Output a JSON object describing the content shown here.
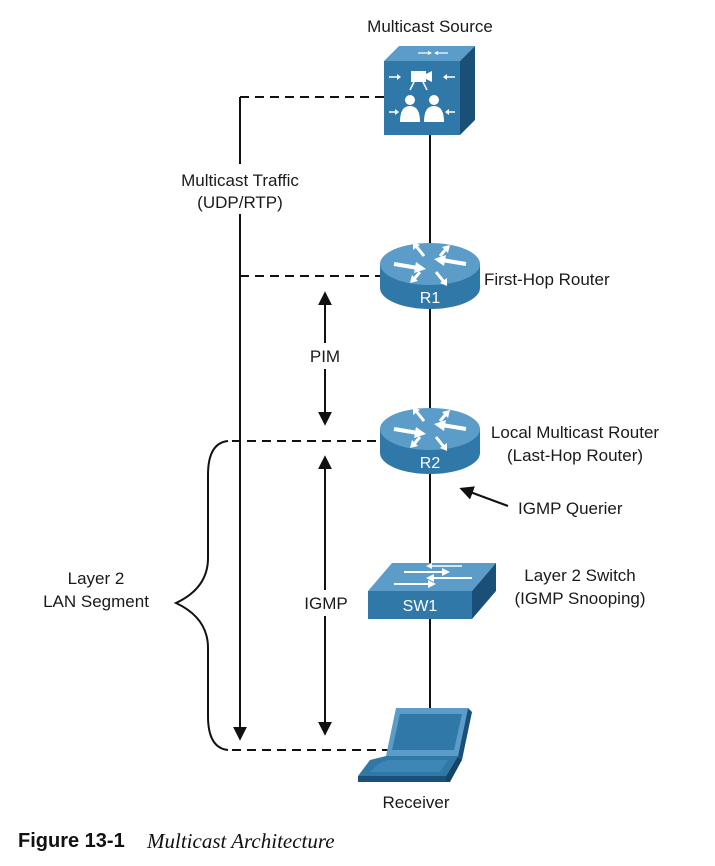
{
  "devices": {
    "source": {
      "label": "Multicast Source"
    },
    "r1": {
      "id": "R1",
      "label": "First-Hop Router"
    },
    "r2": {
      "id": "R2",
      "label_line1": "Local Multicast Router",
      "label_line2": "(Last-Hop Router)"
    },
    "sw1": {
      "id": "SW1",
      "label_line1": "Layer 2 Switch",
      "label_line2": "(IGMP Snooping)"
    },
    "receiver": {
      "label": "Receiver"
    }
  },
  "annotations": {
    "traffic_line1": "Multicast Traffic",
    "traffic_line2": "(UDP/RTP)",
    "pim": "PIM",
    "igmp": "IGMP",
    "querier": "IGMP Querier",
    "segment_line1": "Layer 2",
    "segment_line2": "LAN Segment"
  },
  "caption": {
    "number": "Figure 13-1",
    "title": "Multicast Architecture"
  },
  "colors": {
    "device_dark": "#1f5c88",
    "device_mid": "#2f78a8",
    "device_light": "#5b9cc8",
    "line": "#111111"
  }
}
